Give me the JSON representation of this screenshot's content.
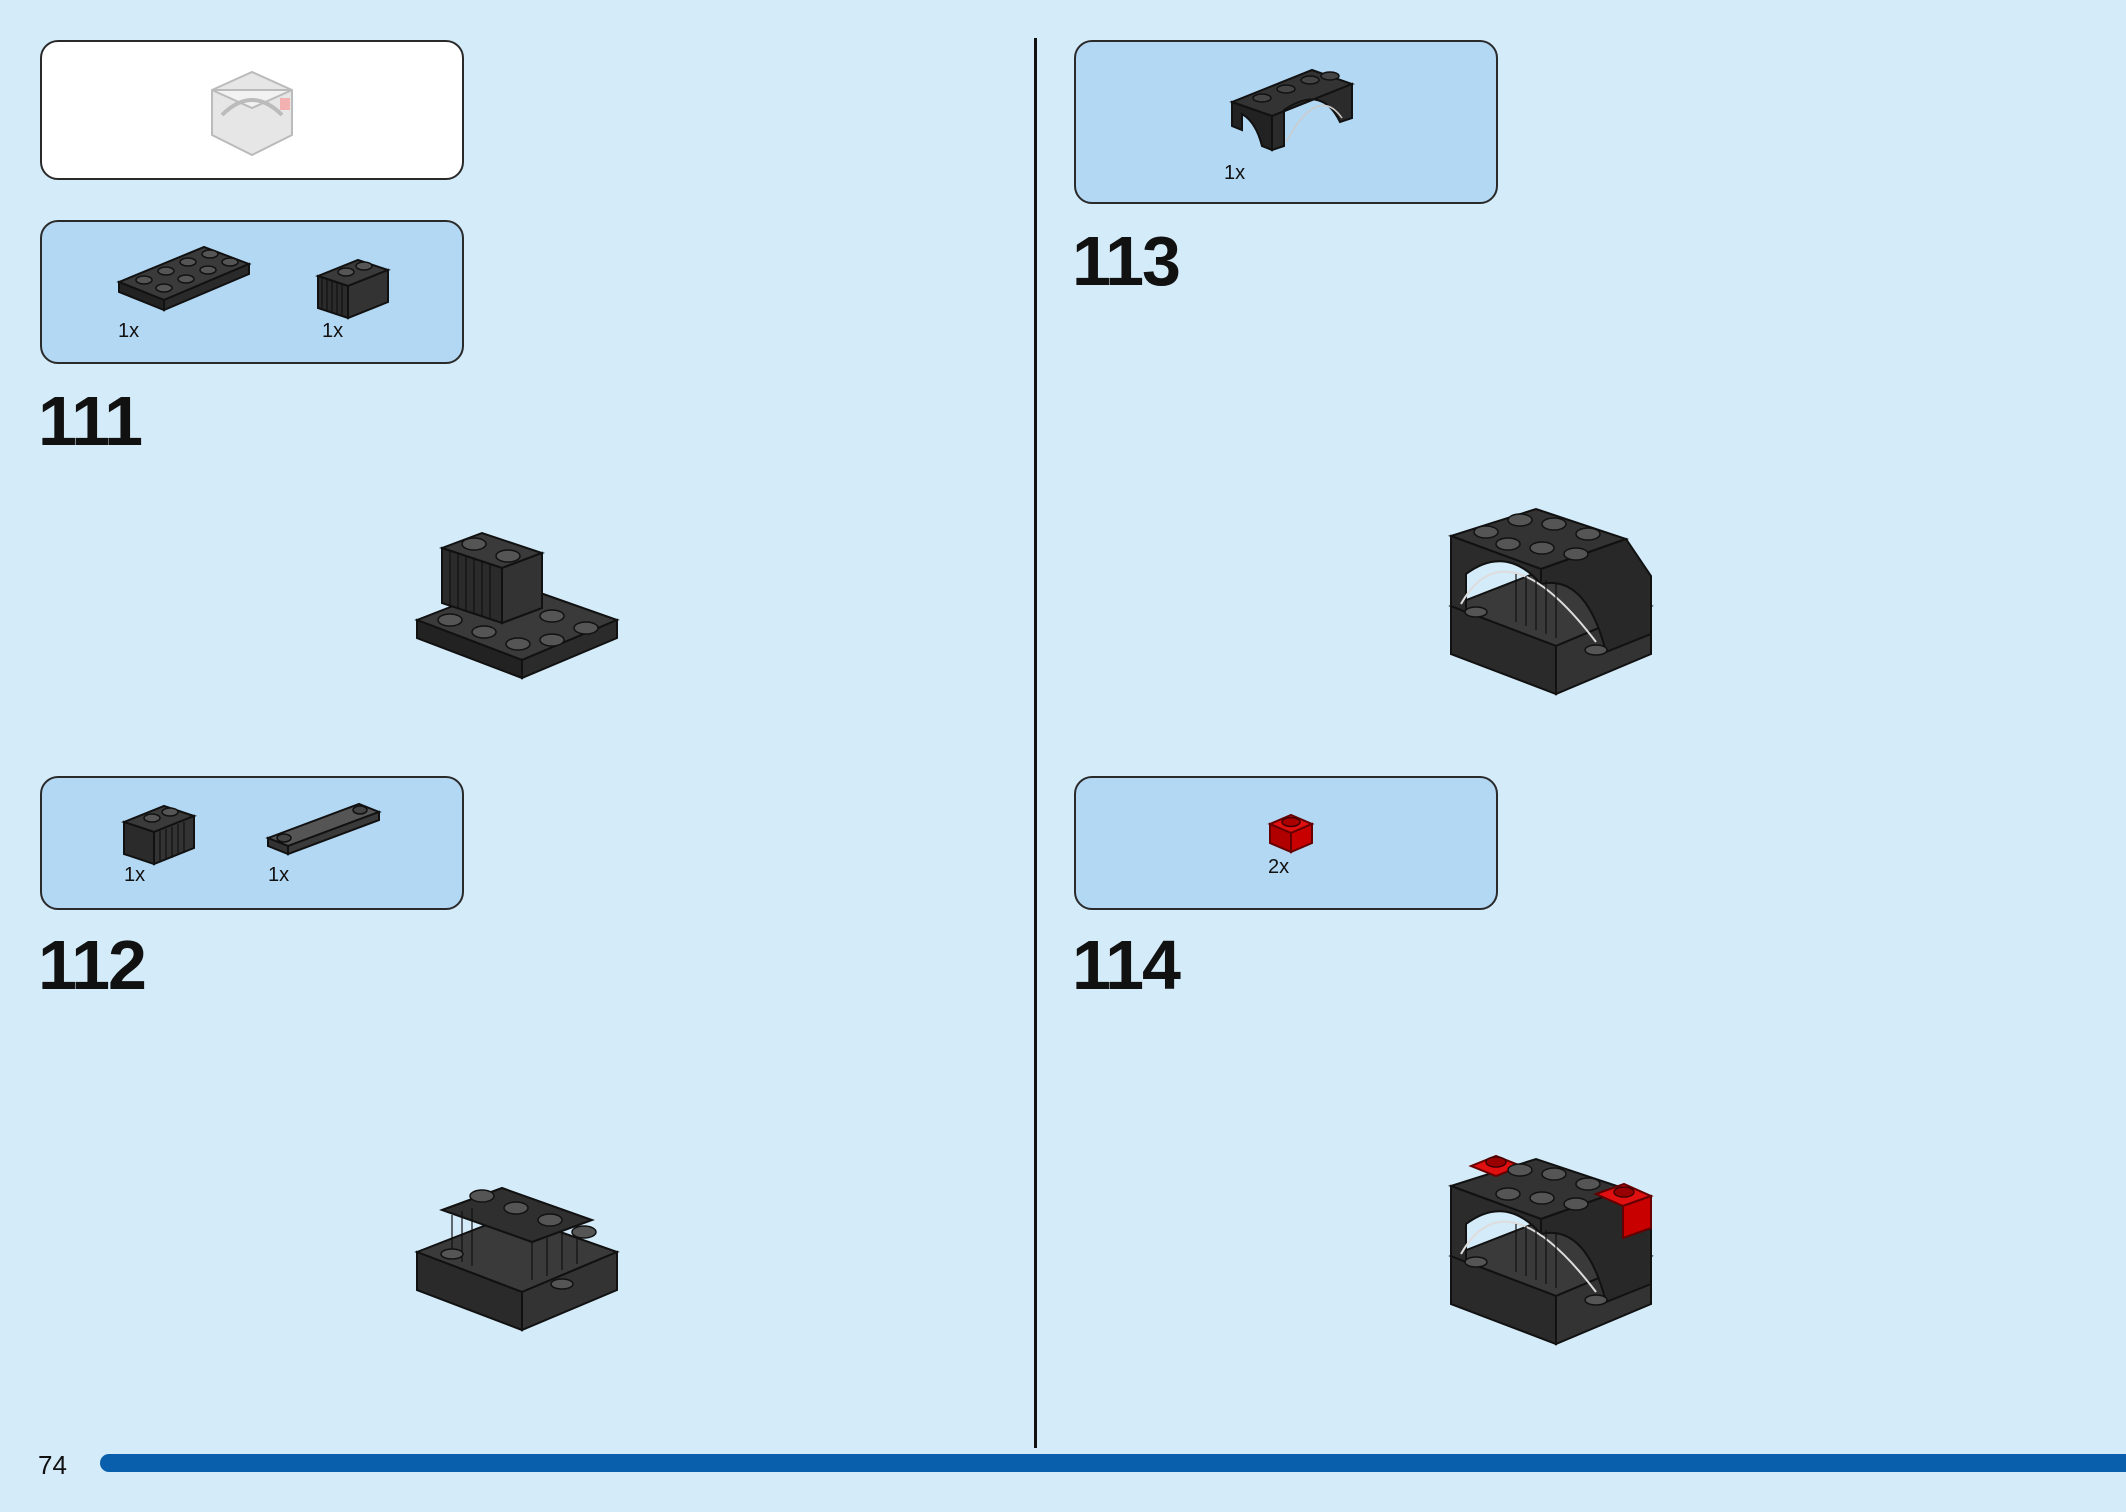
{
  "page": {
    "number": "74",
    "accent": "#0a5fad",
    "background": "#d4ebf9"
  },
  "steps": [
    {
      "number": "111",
      "parts": [
        {
          "qty": "1x",
          "icon": "plate-2x4-icon"
        },
        {
          "qty": "1x",
          "icon": "brick-1x2-grille-icon"
        }
      ]
    },
    {
      "number": "112",
      "parts": [
        {
          "qty": "1x",
          "icon": "brick-1x2-grille-icon"
        },
        {
          "qty": "1x",
          "icon": "plate-1x4-studs-icon"
        }
      ]
    },
    {
      "number": "113",
      "parts": [
        {
          "qty": "1x",
          "icon": "arch-brick-icon"
        }
      ]
    },
    {
      "number": "114",
      "parts": [
        {
          "qty": "2x",
          "icon": "red-plate-1x1-icon"
        }
      ]
    }
  ]
}
